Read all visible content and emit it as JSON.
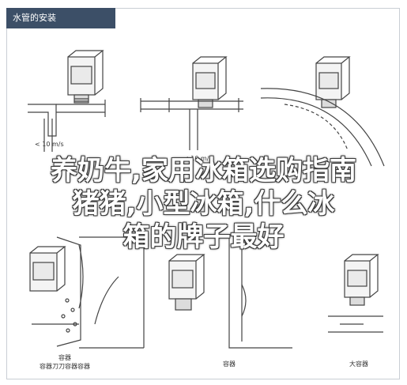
{
  "header": {
    "title": "水管的安装"
  },
  "headline": {
    "line1": "养奶牛,家用冰箱选购指南",
    "line2": "猪猪,小型冰箱,什么冰",
    "line3": "箱的牌子最好"
  },
  "labels": {
    "top_left_speed": "< 10 m/s",
    "top_mid_speed": "< 10 m/s",
    "bot_left_1": "容器",
    "bot_left_2": "容器刀刀容器容器",
    "bot_mid": "容器",
    "bot_right": "大容器"
  },
  "colors": {
    "title_bg": "#3c4f67",
    "line": "#444444"
  }
}
